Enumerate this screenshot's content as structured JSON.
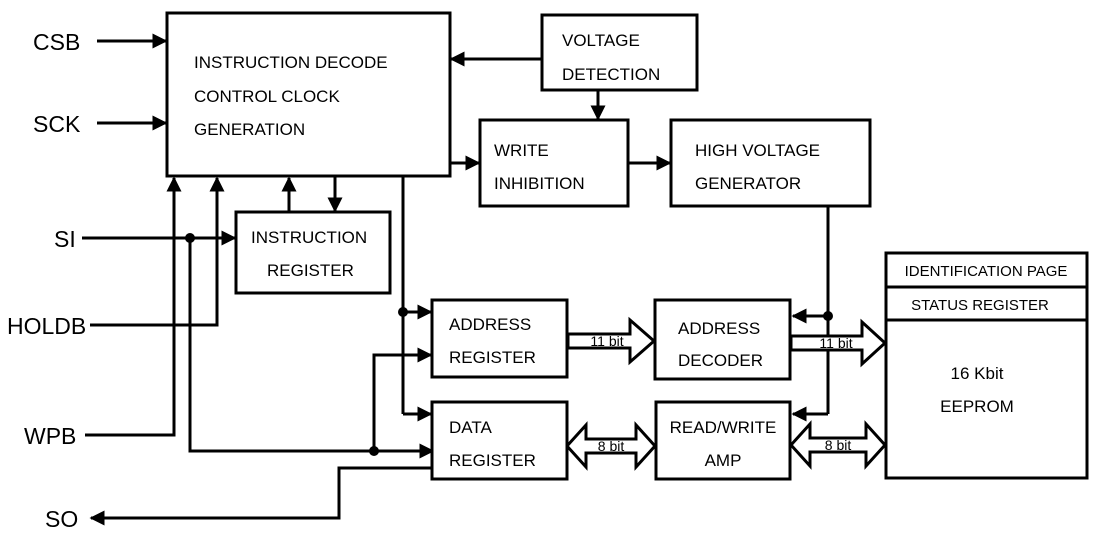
{
  "pins": {
    "csb": "CSB",
    "sck": "SCK",
    "si": "SI",
    "holdb": "HOLDB",
    "wpb": "WPB",
    "so": "SO"
  },
  "blocks": {
    "instruction_decode": [
      "INSTRUCTION DECODE",
      "CONTROL CLOCK",
      "GENERATION"
    ],
    "voltage_detection": [
      "VOLTAGE",
      "DETECTION"
    ],
    "write_inhibition": [
      "WRITE",
      "INHIBITION"
    ],
    "high_voltage_generator": [
      "HIGH VOLTAGE",
      "GENERATOR"
    ],
    "instruction_register": [
      "INSTRUCTION",
      "REGISTER"
    ],
    "address_register": [
      "ADDRESS",
      "REGISTER"
    ],
    "address_decoder": [
      "ADDRESS",
      "DECODER"
    ],
    "data_register": [
      "DATA",
      "REGISTER"
    ],
    "read_write_amp": [
      "READ/WRITE",
      "AMP"
    ],
    "identification_page": "IDENTIFICATION  PAGE",
    "status_register": "STATUS  REGISTER",
    "eeprom": [
      "16 Kbit",
      "EEPROM"
    ]
  },
  "buses": {
    "addr_reg_to_decoder": "11 bit",
    "decoder_to_eeprom": "11 bit",
    "data_reg_to_amp": "8 bit",
    "amp_to_eeprom": "8 bit"
  }
}
